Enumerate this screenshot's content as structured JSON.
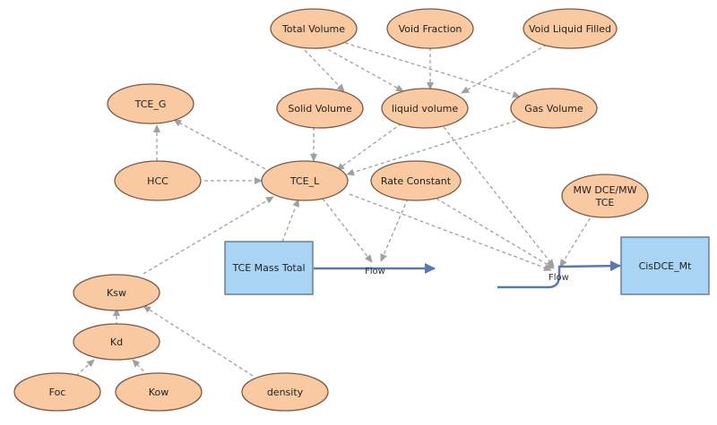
{
  "diagram": {
    "colors": {
      "variable_fill": "#f9c9a1",
      "stock_fill": "#a9d4f4",
      "flow_color": "#5a78b4",
      "dependency_color": "#a0a0a0"
    },
    "variables": {
      "total_volume": "Total Volume",
      "void_fraction": "Void Fraction",
      "void_liquid_filled": "Void Liquid Filled",
      "tce_g": "TCE_G",
      "solid_volume": "Solid Volume",
      "liquid_volume": "liquid volume",
      "gas_volume": "Gas Volume",
      "hcc": "HCC",
      "tce_l": "TCE_L",
      "rate_constant": "Rate Constant",
      "mw_ratio_line1": "MW DCE/MW",
      "mw_ratio_line2": "TCE",
      "ksw": "Ksw",
      "kd": "Kd",
      "foc": "Foc",
      "kow": "Kow",
      "density": "density"
    },
    "stocks": {
      "tce_mass_total": "TCE Mass Total",
      "cisdce_mt": "CisDCE_Mt"
    },
    "flows": {
      "flow_1": "Flow",
      "flow_2": "Flow"
    }
  }
}
